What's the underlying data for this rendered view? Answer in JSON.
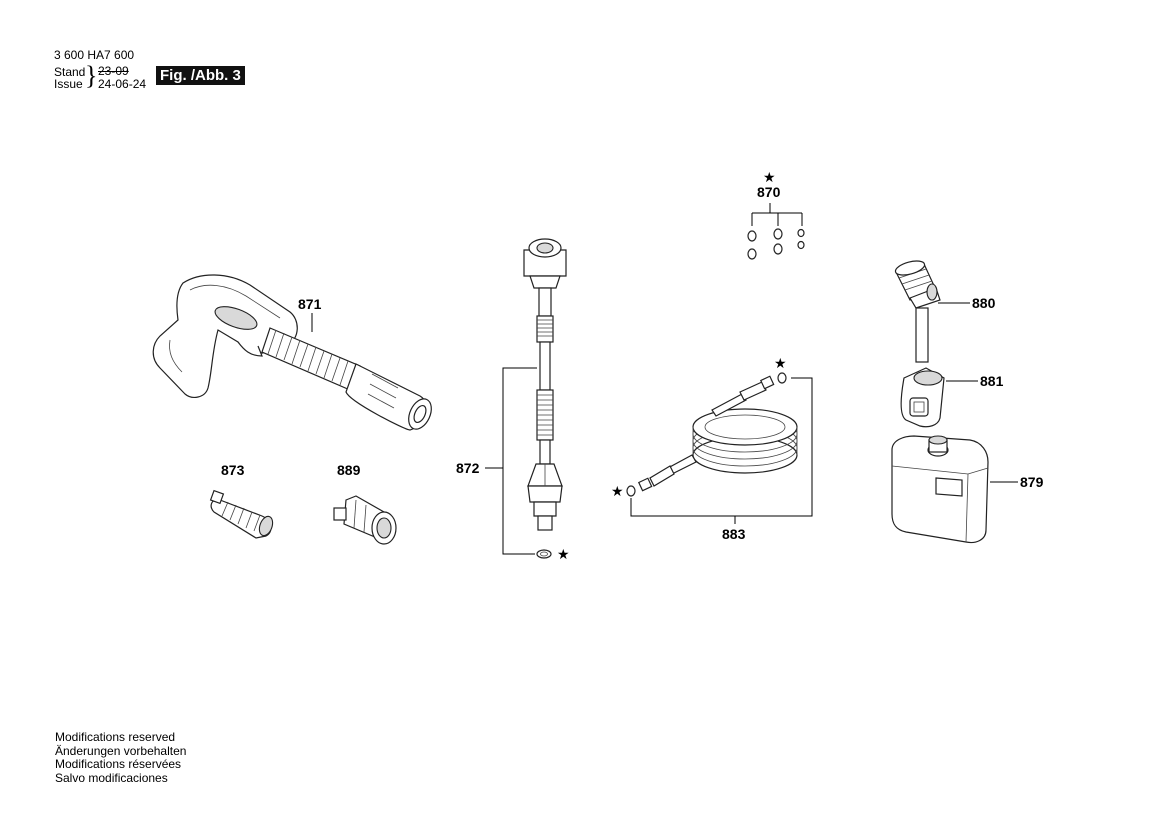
{
  "header": {
    "doc_number": "3 600 HA7 600",
    "stand_label": "Stand",
    "issue_label": "Issue",
    "date_old": "23-09",
    "date_new": "24-06-24",
    "figure_label": "Fig. /Abb. 3"
  },
  "parts": {
    "p870": "870",
    "p871": "871",
    "p872": "872",
    "p873": "873",
    "p879": "879",
    "p880": "880",
    "p881": "881",
    "p883": "883",
    "p889": "889"
  },
  "marker_symbol": "★",
  "footer": {
    "notes": [
      "Modifications reserved",
      "Änderungen vorbehalten",
      "Modifications réservées",
      "Salvo modificaciones"
    ]
  }
}
